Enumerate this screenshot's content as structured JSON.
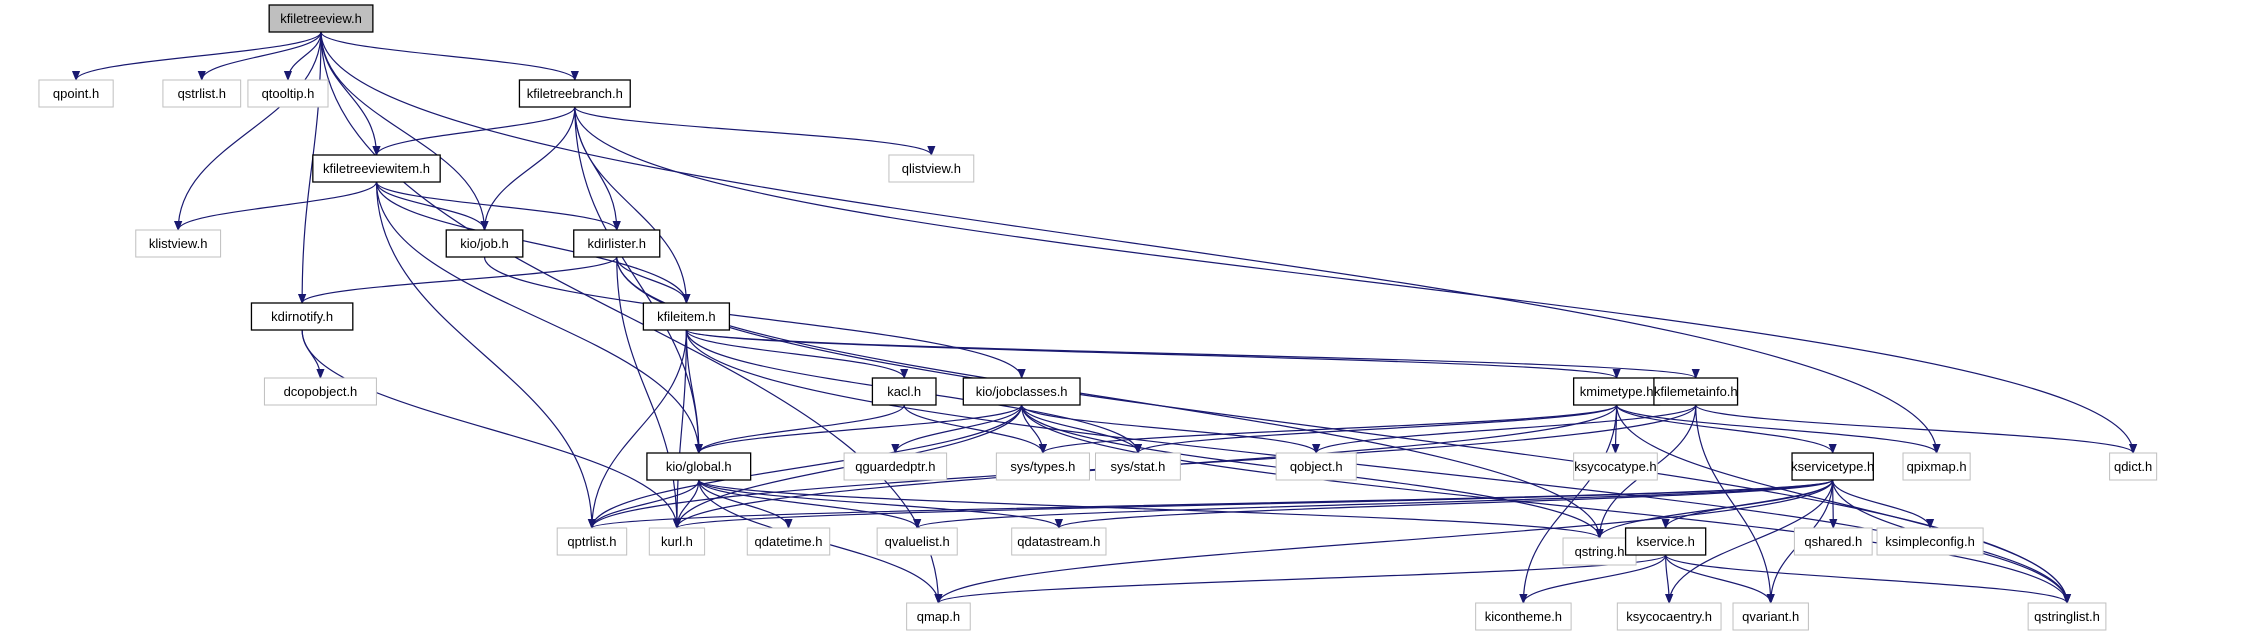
{
  "diagram": {
    "title": "kfiletreeview.h include dependency graph",
    "colors": {
      "edge": "#191970",
      "root_fill": "#bfbfbf",
      "documented_border": "#000000",
      "undocumented_border": "#bfbfbf",
      "node_fill": "#ffffff"
    },
    "nodes": [
      {
        "id": "kfiletreeview",
        "label": "kfiletreeview.h",
        "kind": "root"
      },
      {
        "id": "qpoint",
        "label": "qpoint.h",
        "kind": "external"
      },
      {
        "id": "qstrlist",
        "label": "qstrlist.h",
        "kind": "external"
      },
      {
        "id": "qtooltip",
        "label": "qtooltip.h",
        "kind": "external"
      },
      {
        "id": "kfiletreebranch",
        "label": "kfiletreebranch.h",
        "kind": "documented"
      },
      {
        "id": "qlistview",
        "label": "qlistview.h",
        "kind": "external"
      },
      {
        "id": "kfiletreeviewitem",
        "label": "kfiletreeviewitem.h",
        "kind": "documented"
      },
      {
        "id": "klistview",
        "label": "klistview.h",
        "kind": "external"
      },
      {
        "id": "kiojob",
        "label": "kio/job.h",
        "kind": "documented"
      },
      {
        "id": "kdirlister",
        "label": "kdirlister.h",
        "kind": "documented"
      },
      {
        "id": "kdirnotify",
        "label": "kdirnotify.h",
        "kind": "documented"
      },
      {
        "id": "kfileitem",
        "label": "kfileitem.h",
        "kind": "documented"
      },
      {
        "id": "dcopobject",
        "label": "dcopobject.h",
        "kind": "external"
      },
      {
        "id": "kacl",
        "label": "kacl.h",
        "kind": "documented"
      },
      {
        "id": "kiojobclasses",
        "label": "kio/jobclasses.h",
        "kind": "documented"
      },
      {
        "id": "kmimetype",
        "label": "kmimetype.h",
        "kind": "documented"
      },
      {
        "id": "kfilemetainfo",
        "label": "kfilemetainfo.h",
        "kind": "documented"
      },
      {
        "id": "kioglobal",
        "label": "kio/global.h",
        "kind": "documented"
      },
      {
        "id": "qguardedptr",
        "label": "qguardedptr.h",
        "kind": "external"
      },
      {
        "id": "systypes",
        "label": "sys/types.h",
        "kind": "external"
      },
      {
        "id": "sysstat",
        "label": "sys/stat.h",
        "kind": "external"
      },
      {
        "id": "qobject",
        "label": "qobject.h",
        "kind": "external"
      },
      {
        "id": "ksycocatype",
        "label": "ksycocatype.h",
        "kind": "external"
      },
      {
        "id": "kservicetype",
        "label": "kservicetype.h",
        "kind": "documented"
      },
      {
        "id": "qpixmap",
        "label": "qpixmap.h",
        "kind": "external"
      },
      {
        "id": "qdict",
        "label": "qdict.h",
        "kind": "external"
      },
      {
        "id": "qptrlist",
        "label": "qptrlist.h",
        "kind": "external"
      },
      {
        "id": "kurl",
        "label": "kurl.h",
        "kind": "external"
      },
      {
        "id": "qdatetime",
        "label": "qdatetime.h",
        "kind": "external"
      },
      {
        "id": "qvaluelist",
        "label": "qvaluelist.h",
        "kind": "external"
      },
      {
        "id": "qdatastream",
        "label": "qdatastream.h",
        "kind": "external"
      },
      {
        "id": "qstring",
        "label": "qstring.h",
        "kind": "external"
      },
      {
        "id": "kservice",
        "label": "kservice.h",
        "kind": "documented"
      },
      {
        "id": "qshared",
        "label": "qshared.h",
        "kind": "external"
      },
      {
        "id": "ksimpleconfig",
        "label": "ksimpleconfig.h",
        "kind": "external"
      },
      {
        "id": "qmap",
        "label": "qmap.h",
        "kind": "external"
      },
      {
        "id": "kicontheme",
        "label": "kicontheme.h",
        "kind": "external"
      },
      {
        "id": "ksycocaentry",
        "label": "ksycocaentry.h",
        "kind": "external"
      },
      {
        "id": "qvariant",
        "label": "qvariant.h",
        "kind": "external"
      },
      {
        "id": "qstringlist",
        "label": "qstringlist.h",
        "kind": "external"
      }
    ],
    "edges": [
      [
        "kfiletreeview",
        "qpoint"
      ],
      [
        "kfiletreeview",
        "qstrlist"
      ],
      [
        "kfiletreeview",
        "qtooltip"
      ],
      [
        "kfiletreeview",
        "kfiletreebranch"
      ],
      [
        "kfiletreeview",
        "kfiletreeviewitem"
      ],
      [
        "kfiletreeview",
        "klistview"
      ],
      [
        "kfiletreeview",
        "kiojob"
      ],
      [
        "kfiletreeview",
        "kdirnotify"
      ],
      [
        "kfiletreeview",
        "qpixmap"
      ],
      [
        "kfiletreeview",
        "qmap"
      ],
      [
        "kfiletreebranch",
        "qlistview"
      ],
      [
        "kfiletreebranch",
        "kfiletreeviewitem"
      ],
      [
        "kfiletreebranch",
        "kiojob"
      ],
      [
        "kfiletreebranch",
        "kdirlister"
      ],
      [
        "kfiletreebranch",
        "kfileitem"
      ],
      [
        "kfiletreebranch",
        "kioglobal"
      ],
      [
        "kfiletreebranch",
        "qdict"
      ],
      [
        "kfiletreeviewitem",
        "klistview"
      ],
      [
        "kfiletreeviewitem",
        "kiojob"
      ],
      [
        "kfiletreeviewitem",
        "kdirlister"
      ],
      [
        "kfiletreeviewitem",
        "kfileitem"
      ],
      [
        "kfiletreeviewitem",
        "kioglobal"
      ],
      [
        "kfiletreeviewitem",
        "qptrlist"
      ],
      [
        "kiojob",
        "kiojobclasses"
      ],
      [
        "kdirlister",
        "kdirnotify"
      ],
      [
        "kdirlister",
        "kfileitem"
      ],
      [
        "kdirlister",
        "kurl"
      ],
      [
        "kdirlister",
        "qstringlist"
      ],
      [
        "kdirlister",
        "qstring"
      ],
      [
        "kdirnotify",
        "dcopobject"
      ],
      [
        "kdirnotify",
        "kurl"
      ],
      [
        "kfileitem",
        "kacl"
      ],
      [
        "kfileitem",
        "kmimetype"
      ],
      [
        "kfileitem",
        "kfilemetainfo"
      ],
      [
        "kfileitem",
        "kioglobal"
      ],
      [
        "kfileitem",
        "sysstat"
      ],
      [
        "kfileitem",
        "qptrlist"
      ],
      [
        "kfileitem",
        "kurl"
      ],
      [
        "kfileitem",
        "qstringlist"
      ],
      [
        "kacl",
        "kioglobal"
      ],
      [
        "kacl",
        "systypes"
      ],
      [
        "kiojobclasses",
        "kioglobal"
      ],
      [
        "kiojobclasses",
        "qguardedptr"
      ],
      [
        "kiojobclasses",
        "systypes"
      ],
      [
        "kiojobclasses",
        "sysstat"
      ],
      [
        "kiojobclasses",
        "qobject"
      ],
      [
        "kiojobclasses",
        "kurl"
      ],
      [
        "kiojobclasses",
        "qptrlist"
      ],
      [
        "kiojobclasses",
        "qstring"
      ],
      [
        "kiojobclasses",
        "qstringlist"
      ],
      [
        "kmimetype",
        "systypes"
      ],
      [
        "kmimetype",
        "sysstat"
      ],
      [
        "kmimetype",
        "ksycocatype"
      ],
      [
        "kmimetype",
        "kservicetype"
      ],
      [
        "kmimetype",
        "qpixmap"
      ],
      [
        "kmimetype",
        "kurl"
      ],
      [
        "kmimetype",
        "kicontheme"
      ],
      [
        "kmimetype",
        "qstringlist"
      ],
      [
        "kfilemetainfo",
        "qobject"
      ],
      [
        "kfilemetainfo",
        "qdict"
      ],
      [
        "kfilemetainfo",
        "qstring"
      ],
      [
        "kfilemetainfo",
        "qptrlist"
      ],
      [
        "kfilemetainfo",
        "qvariant"
      ],
      [
        "kioglobal",
        "qptrlist"
      ],
      [
        "kioglobal",
        "kurl"
      ],
      [
        "kioglobal",
        "qdatetime"
      ],
      [
        "kioglobal",
        "qvaluelist"
      ],
      [
        "kioglobal",
        "qdatastream"
      ],
      [
        "kioglobal",
        "qstring"
      ],
      [
        "kioglobal",
        "qmap"
      ],
      [
        "kservicetype",
        "qshared"
      ],
      [
        "kservicetype",
        "ksimpleconfig"
      ],
      [
        "kservicetype",
        "kservice"
      ],
      [
        "kservicetype",
        "qstring"
      ],
      [
        "kservicetype",
        "qstringlist"
      ],
      [
        "kservicetype",
        "qvariant"
      ],
      [
        "kservicetype",
        "ksycocaentry"
      ],
      [
        "kservicetype",
        "qmap"
      ],
      [
        "kservicetype",
        "qvaluelist"
      ],
      [
        "kservicetype",
        "qdatastream"
      ],
      [
        "kservicetype",
        "qptrlist"
      ],
      [
        "kservicetype",
        "kurl"
      ],
      [
        "kservice",
        "kicontheme"
      ],
      [
        "kservice",
        "ksycocaentry"
      ],
      [
        "kservice",
        "qvariant"
      ],
      [
        "kservice",
        "qstringlist"
      ],
      [
        "kservice",
        "qmap"
      ]
    ]
  }
}
